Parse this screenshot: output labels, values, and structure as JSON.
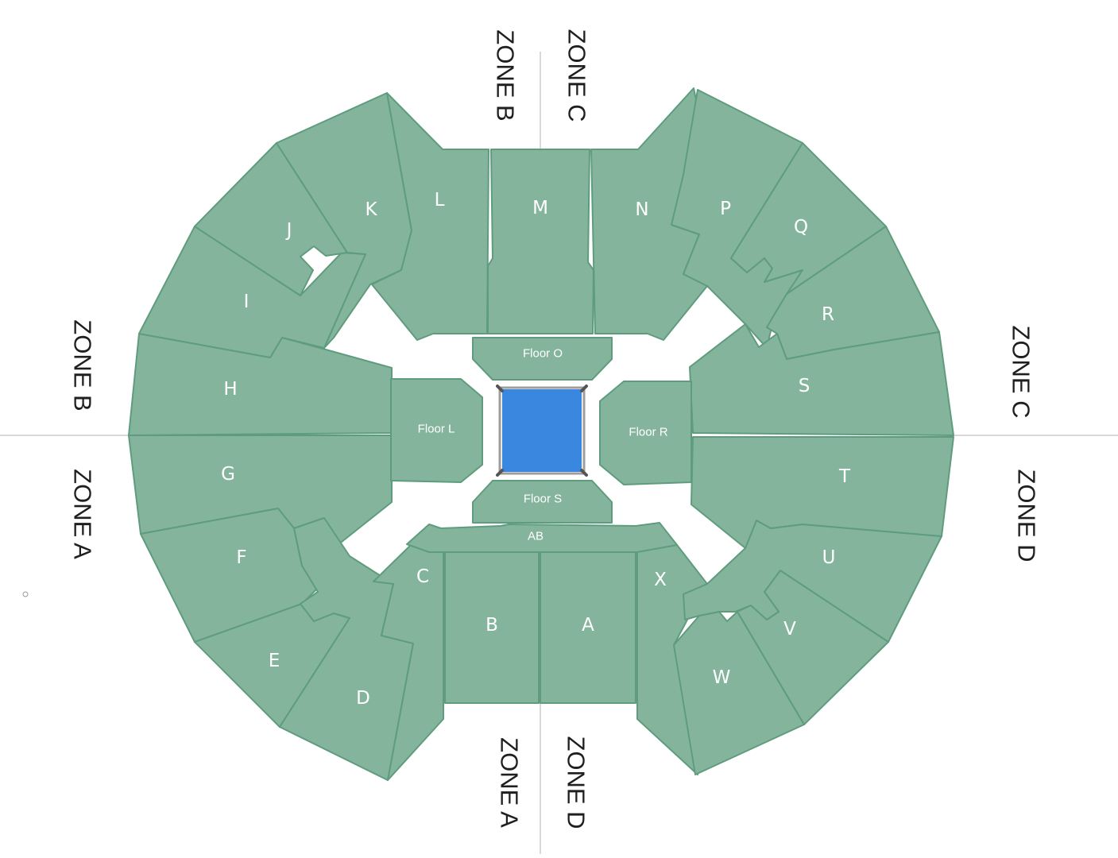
{
  "map": {
    "section_color": "#84b59c",
    "section_border_color": "#5f9c7e",
    "stage_color": "#3a87e0",
    "sections": {
      "A": "A",
      "B": "B",
      "C": "C",
      "D": "D",
      "E": "E",
      "F": "F",
      "G": "G",
      "H": "H",
      "I": "I",
      "J": "J",
      "K": "K",
      "L": "L",
      "M": "M",
      "N": "N",
      "P": "P",
      "Q": "Q",
      "R": "R",
      "S": "S",
      "T": "T",
      "U": "U",
      "V": "V",
      "W": "W",
      "X": "X",
      "AB": "AB"
    },
    "floor": {
      "O": "Floor O",
      "L": "Floor L",
      "R": "Floor R",
      "S": "Floor S"
    },
    "zones": {
      "top_left": "ZONE B",
      "top_right": "ZONE C",
      "left_upper": "ZONE B",
      "left_lower": "ZONE A",
      "right_upper": "ZONE C",
      "right_lower": "ZONE D",
      "bottom_left": "ZONE A",
      "bottom_right": "ZONE D"
    }
  }
}
